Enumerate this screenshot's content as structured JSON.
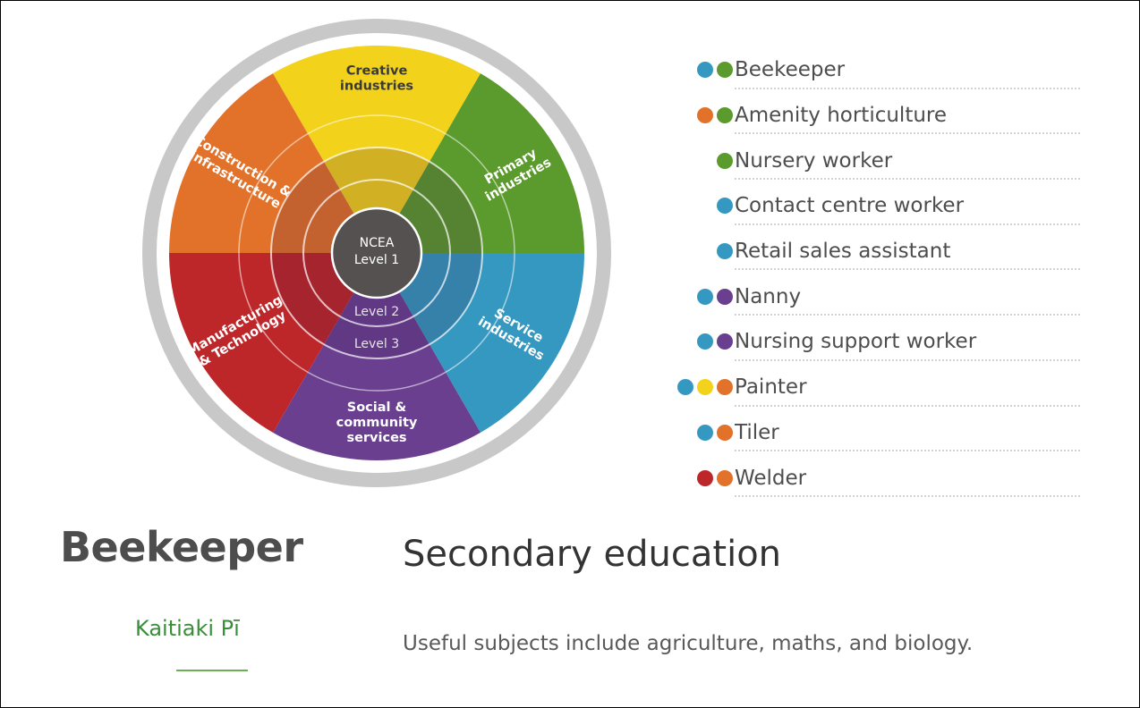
{
  "wheel": {
    "segments": [
      {
        "key": "creative",
        "label_lines": [
          "Creative",
          "industries"
        ],
        "color": "#f2d21b"
      },
      {
        "key": "primary",
        "label_lines": [
          "Primary",
          "industries"
        ],
        "color": "#5b9a2c"
      },
      {
        "key": "service",
        "label_lines": [
          "Service",
          "industries"
        ],
        "color": "#3598c0"
      },
      {
        "key": "social",
        "label_lines": [
          "Social &",
          "community",
          "services"
        ],
        "color": "#6a3f90"
      },
      {
        "key": "manufacturing",
        "label_lines": [
          "Manufacturing",
          "& Technology"
        ],
        "color": "#be2729"
      },
      {
        "key": "construction",
        "label_lines": [
          "Construction &",
          "infrastructure"
        ],
        "color": "#e2722a"
      }
    ],
    "center_lines": [
      "NCEA",
      "Level 1"
    ],
    "level2": "Level 2",
    "level3": "Level 3",
    "ring_color": "#c8c8c8",
    "center_color": "#555150"
  },
  "careers": [
    {
      "label": "Beekeeper",
      "dots": [
        "#3598c0",
        "#5b9a2c"
      ]
    },
    {
      "label": "Amenity horticulture",
      "dots": [
        "#e2722a",
        "#5b9a2c"
      ]
    },
    {
      "label": "Nursery worker",
      "dots": [
        "#5b9a2c"
      ]
    },
    {
      "label": "Contact centre worker",
      "dots": [
        "#3598c0"
      ]
    },
    {
      "label": "Retail sales assistant",
      "dots": [
        "#3598c0"
      ]
    },
    {
      "label": "Nanny",
      "dots": [
        "#3598c0",
        "#6a3f90"
      ]
    },
    {
      "label": "Nursing support worker",
      "dots": [
        "#3598c0",
        "#6a3f90"
      ]
    },
    {
      "label": "Painter",
      "dots": [
        "#3598c0",
        "#f2d21b",
        "#e2722a"
      ]
    },
    {
      "label": "Tiler",
      "dots": [
        "#3598c0",
        "#e2722a"
      ]
    },
    {
      "label": "Welder",
      "dots": [
        "#be2729",
        "#e2722a"
      ]
    }
  ],
  "job": {
    "title": "Beekeeper",
    "maori_title": "Kaitiaki Pī"
  },
  "section": {
    "heading": "Secondary education",
    "text": "Useful subjects include agriculture, maths, and biology."
  }
}
